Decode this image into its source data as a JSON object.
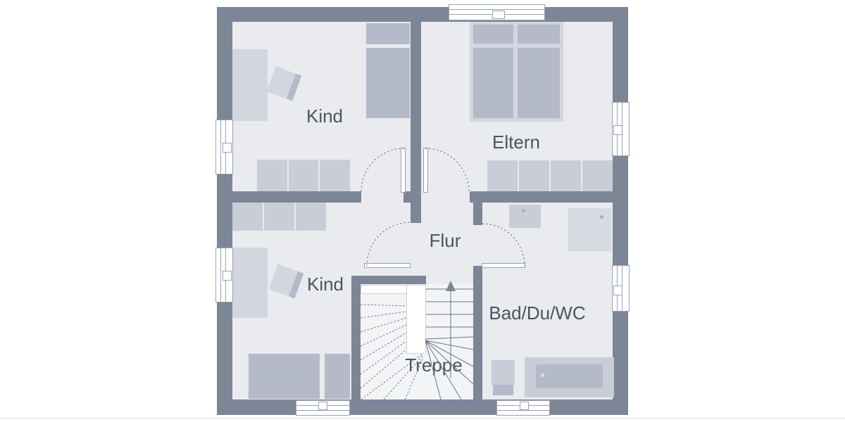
{
  "plan": {
    "labels": {
      "kind_top": "Kind",
      "eltern": "Eltern",
      "kind_bottom": "Kind",
      "flur": "Flur",
      "treppe": "Treppe",
      "bad": "Bad/Du/WC"
    },
    "stairs": {
      "direction_arrow": "up"
    }
  },
  "colors": {
    "page-bg": "#ffffff",
    "wall": "#7d8697",
    "floor": "#e9ebef",
    "stair-floor": "#f3f4f6",
    "furn-light": "#d3d6de",
    "furn-mid": "#c8cdd7",
    "furn-dark": "#b4bac7",
    "shower": "#d6dae1",
    "label-text": "#4e545e",
    "line": "#6e7480",
    "arc": "#555b66",
    "window-frame": "#9aa2af"
  }
}
